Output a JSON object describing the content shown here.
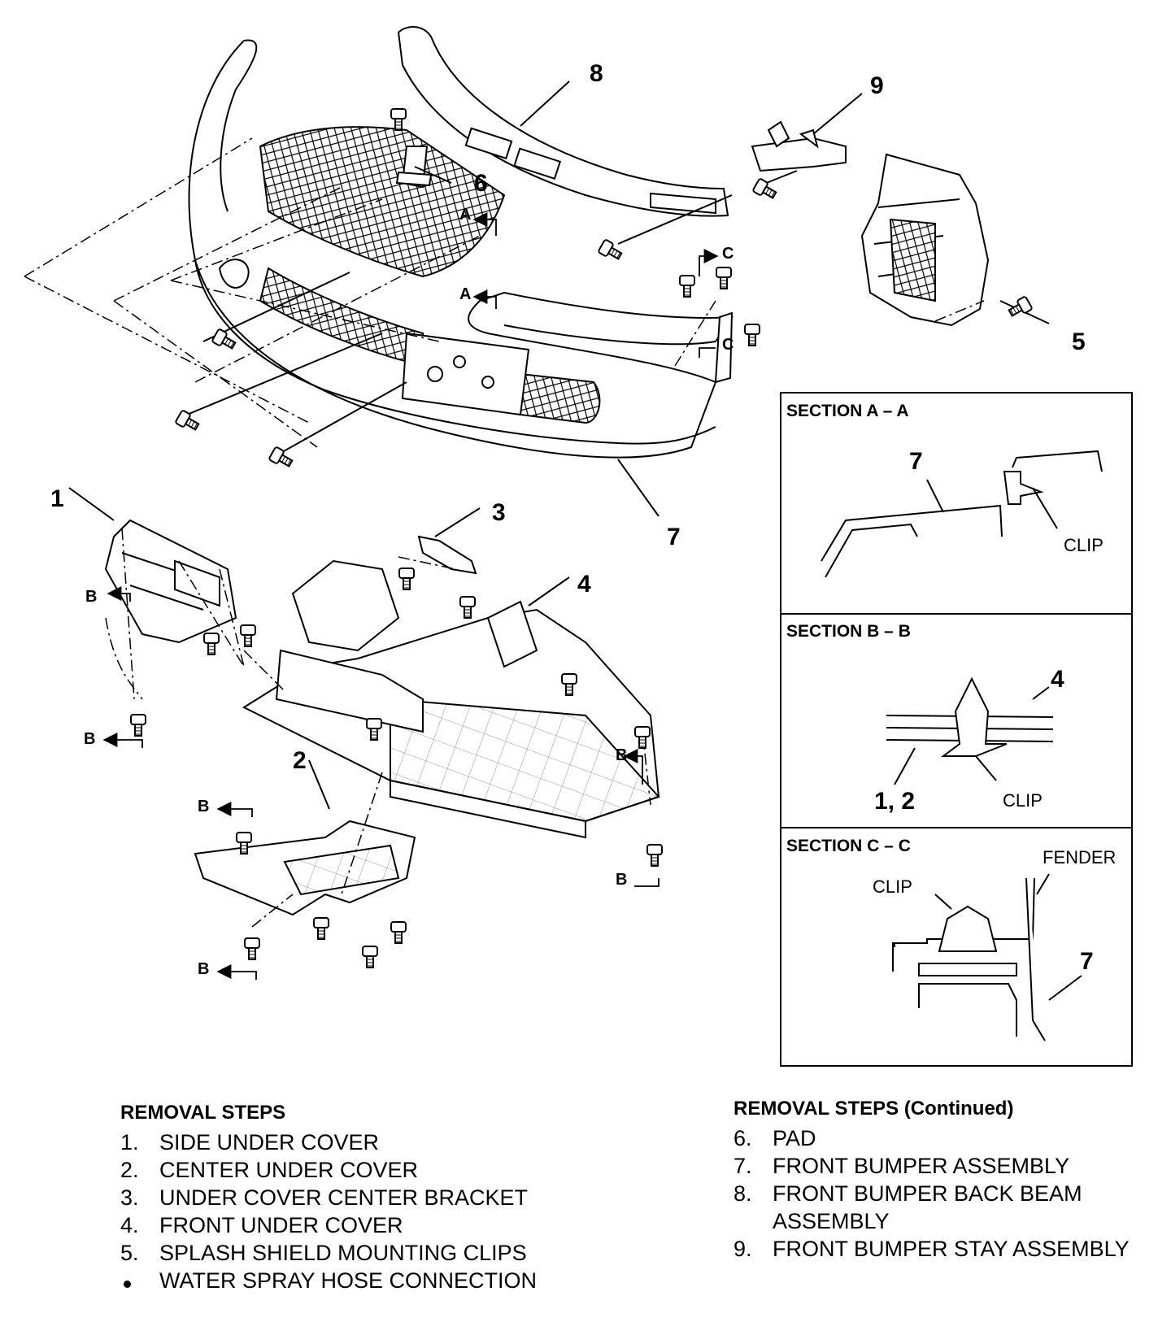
{
  "figure_id": "AC504702AB",
  "callouts": {
    "c1": "1",
    "c2": "2",
    "c3": "3",
    "c4": "4",
    "c5": "5",
    "c6": "6",
    "c7": "7",
    "c8": "8",
    "c9": "9"
  },
  "arrow_labels": {
    "a": "A",
    "b": "B",
    "c": "C"
  },
  "sections": [
    {
      "title": "SECTION A – A",
      "part": "7",
      "labels": [
        "CLIP"
      ]
    },
    {
      "title": "SECTION B – B",
      "part": "4",
      "labels": [
        "1, 2",
        "CLIP"
      ]
    },
    {
      "title": "SECTION C – C",
      "part": "7",
      "labels": [
        "CLIP",
        "FENDER"
      ]
    }
  ],
  "removal_steps": {
    "title": "REMOVAL STEPS",
    "items": [
      {
        "num": "1.",
        "text": "SIDE UNDER COVER"
      },
      {
        "num": "2.",
        "text": "CENTER UNDER COVER"
      },
      {
        "num": "3.",
        "text": "UNDER COVER CENTER BRACKET"
      },
      {
        "num": "4.",
        "text": "FRONT UNDER COVER"
      },
      {
        "num": "5.",
        "text": "SPLASH SHIELD MOUNTING CLIPS"
      },
      {
        "num": "bullet",
        "text": "WATER SPRAY HOSE CONNECTION"
      }
    ]
  },
  "removal_steps_continued": {
    "title": "REMOVAL STEPS (Continued)",
    "items": [
      {
        "num": "6.",
        "text": "PAD"
      },
      {
        "num": "7.",
        "text": "FRONT BUMPER ASSEMBLY"
      },
      {
        "num": "8.",
        "text": "FRONT BUMPER BACK BEAM ASSEMBLY"
      },
      {
        "num": "9.",
        "text": "FRONT BUMPER STAY ASSEMBLY"
      }
    ]
  }
}
